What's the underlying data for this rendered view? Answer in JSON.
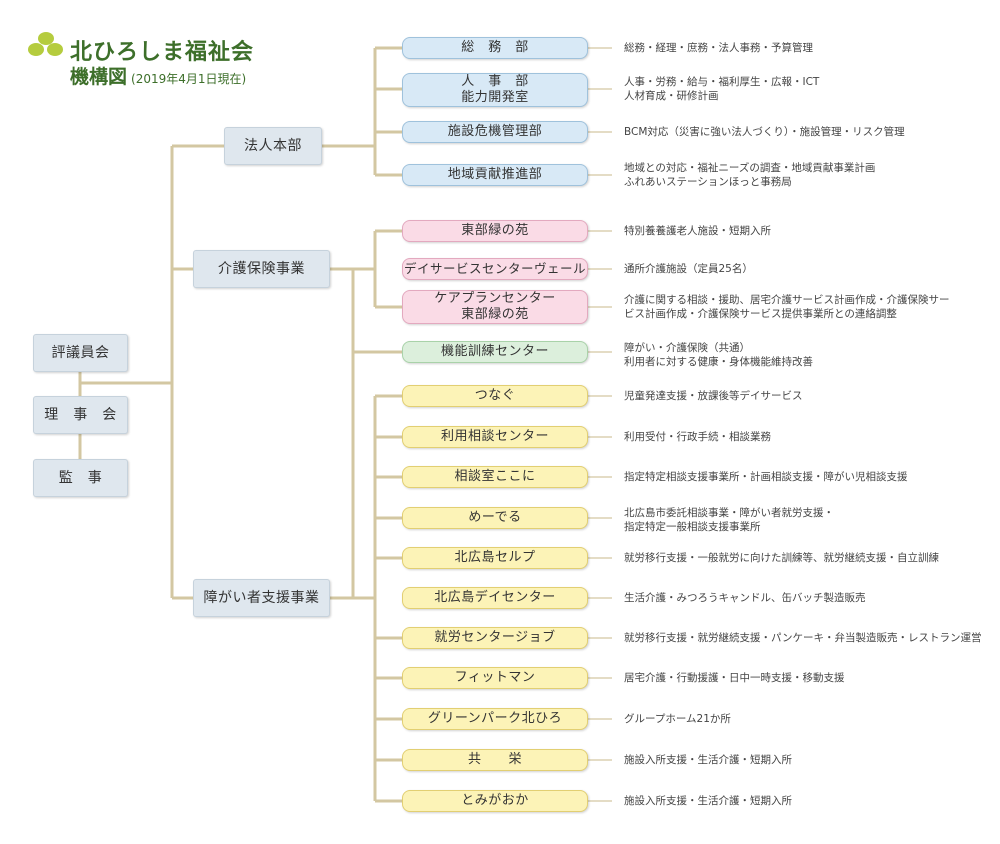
{
  "header": {
    "org_name": "北ひろしま福祉会",
    "chart_title": "機構図",
    "date_note": "(2019年4月1日現在)"
  },
  "colors": {
    "line": "#d3c7a2",
    "title_green": "#3d6f2a",
    "logo": "#b5cc3e"
  },
  "governance": {
    "council": "評議員会",
    "board": "理　事　会",
    "auditor": "監　事"
  },
  "divisions": {
    "hq": "法人本部",
    "care": "介護保険事業",
    "disability": "障がい者支援事業"
  },
  "hq_units": [
    {
      "line1": "総　務　部",
      "line2": "",
      "desc": "総務・経理・庶務・法人事務・予算管理"
    },
    {
      "line1": "人　事　部",
      "line2": "能力開発室",
      "desc": "人事・労務・給与・福利厚生・広報・ICT\n人材育成・研修計画"
    },
    {
      "line1": "施設危機管理部",
      "line2": "",
      "desc": "BCM対応（災害に強い法人づくり）・施設管理・リスク管理"
    },
    {
      "line1": "地域貢献推進部",
      "line2": "",
      "desc": "地域との対応・福祉ニーズの調査・地域貢献事業計画\nふれあいステーションほっと事務局"
    }
  ],
  "care_units": [
    {
      "line1": "東部緑の苑",
      "line2": "",
      "desc": "特別養養護老人施設・短期入所"
    },
    {
      "line1": "デイサービスセンターヴェール",
      "line2": "",
      "desc": "通所介護施設（定員25名）"
    },
    {
      "line1": "ケアプランセンター",
      "line2": "東部緑の苑",
      "desc": "介護に関する相談・援助、居宅介護サービス計画作成・介護保険サー\nビス計画作成・介護保険サービス提供事業所との連絡調整"
    },
    {
      "line1": "機能訓練センター",
      "line2": "",
      "desc": "障がい・介護保険（共通）\n利用者に対する健康・身体機能維持改善"
    }
  ],
  "disability_units": [
    {
      "line1": "つなぐ",
      "desc": "児童発達支援・放課後等デイサービス"
    },
    {
      "line1": "利用相談センター",
      "desc": "利用受付・行政手続・相談業務"
    },
    {
      "line1": "相談室ここに",
      "desc": "指定特定相談支援事業所・計画相談支援・障がい児相談支援"
    },
    {
      "line1": "めーでる",
      "desc": "北広島市委託相談事業・障がい者就労支援・\n指定特定一般相談支援事業所"
    },
    {
      "line1": "北広島セルプ",
      "desc": "就労移行支援・一般就労に向けた訓練等、就労継続支援・自立訓練"
    },
    {
      "line1": "北広島デイセンター",
      "desc": "生活介護・みつろうキャンドル、缶バッチ製造販売"
    },
    {
      "line1": "就労センタージョブ",
      "desc": "就労移行支援・就労継続支援・パンケーキ・弁当製造販売・レストラン運営"
    },
    {
      "line1": "フィットマン",
      "desc": "居宅介護・行動援護・日中一時支援・移動支援"
    },
    {
      "line1": "グリーンパーク北ひろ",
      "desc": "グループホーム21か所"
    },
    {
      "line1": "共　　栄",
      "desc": "施設入所支援・生活介護・短期入所"
    },
    {
      "line1": "とみがおか",
      "desc": "施設入所支援・生活介護・短期入所"
    }
  ]
}
